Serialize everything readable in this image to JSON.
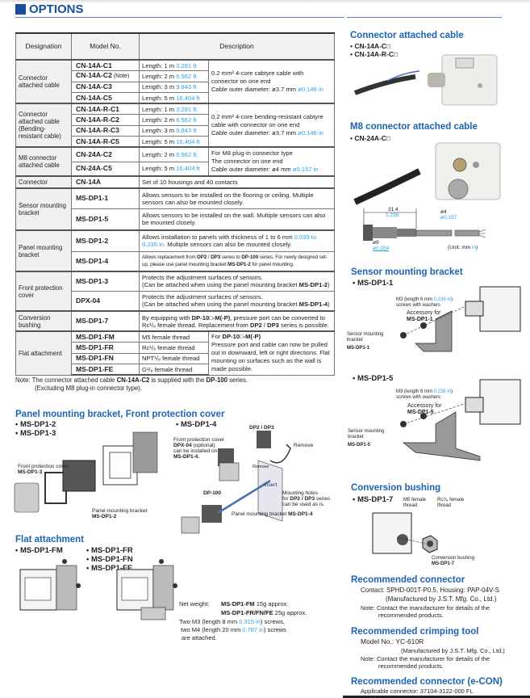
{
  "header": {
    "title": "OPTIONS"
  },
  "table": {
    "headers": [
      "Designation",
      "Model No.",
      "Description"
    ],
    "groups": [
      {
        "designation": "Connector attached cable",
        "rows": [
          {
            "model": "CN-14A-C1",
            "spec": [
              {
                "t": "Length: 1 m "
              },
              {
                "t": "3.281 ft",
                "s": "blue"
              }
            ]
          },
          {
            "model": "CN-14A-C2",
            "model_note": " (Note)",
            "spec": [
              {
                "t": "Length: 2 m "
              },
              {
                "t": "6.562 ft",
                "s": "blue"
              }
            ]
          },
          {
            "model": "CN-14A-C3",
            "spec": [
              {
                "t": "Length: 3 m "
              },
              {
                "t": "9.843 ft",
                "s": "blue"
              }
            ]
          },
          {
            "model": "CN-14A-C5",
            "spec": [
              {
                "t": "Length: 5 m "
              },
              {
                "t": "16.404 ft",
                "s": "blue"
              }
            ]
          }
        ],
        "shared_desc": [
          {
            "t": "0.2 mm² 4-core cabtyre cable with connector on one end"
          },
          {
            "t": "br"
          },
          {
            "t": "Cable outer diameter: ø3.7 mm "
          },
          {
            "t": "ø0.146 in",
            "s": "blue"
          }
        ]
      },
      {
        "designation": "Connector attached cable (Bending-resistant cable)",
        "rows": [
          {
            "model": "CN-14A-R-C1",
            "spec": [
              {
                "t": "Length: 1 m "
              },
              {
                "t": "3.281 ft",
                "s": "blue"
              }
            ]
          },
          {
            "model": "CN-14A-R-C2",
            "spec": [
              {
                "t": "Length: 2 m "
              },
              {
                "t": "6.562 ft",
                "s": "blue"
              }
            ]
          },
          {
            "model": "CN-14A-R-C3",
            "spec": [
              {
                "t": "Length: 3 m "
              },
              {
                "t": "9.843 ft",
                "s": "blue"
              }
            ]
          },
          {
            "model": "CN-14A-R-C5",
            "spec": [
              {
                "t": "Length: 5 m "
              },
              {
                "t": "16.404 ft",
                "s": "blue"
              }
            ]
          }
        ],
        "shared_desc": [
          {
            "t": "0.2 mm² 4-core bending-resistant cabtyre cable with connector on one end"
          },
          {
            "t": "br"
          },
          {
            "t": "Cable outer diameter: ø3.7 mm "
          },
          {
            "t": "ø0.146 in",
            "s": "blue"
          }
        ]
      },
      {
        "designation": "M8 connector attached cable",
        "rows": [
          {
            "model": "CN-24A-C2",
            "spec": [
              {
                "t": "Length: 2 m "
              },
              {
                "t": "6.562 ft",
                "s": "blue"
              }
            ]
          },
          {
            "model": "CN-24A-C5",
            "spec": [
              {
                "t": "Length: 5 m "
              },
              {
                "t": "16.404 ft",
                "s": "blue"
              }
            ]
          }
        ],
        "shared_desc": [
          {
            "t": "For M8 plug-in connector type"
          },
          {
            "t": "br"
          },
          {
            "t": "The connector on one end"
          },
          {
            "t": "br"
          },
          {
            "t": "Cable outer diameter: ø4 mm "
          },
          {
            "t": "ø0.157 in",
            "s": "blue"
          }
        ]
      },
      {
        "designation": "Connector",
        "rows": [
          {
            "model": "CN-14A",
            "desc": [
              {
                "t": "Set of 10 housings and 40 contacts"
              }
            ]
          }
        ]
      },
      {
        "designation": "Sensor mounting bracket",
        "rows": [
          {
            "model": "MS-DP1-1",
            "desc": [
              {
                "t": "Allows sensors to be installed on the flooring or ceiling. Multiple sensors can also be mounted closely."
              }
            ]
          },
          {
            "model": "MS-DP1-5",
            "desc": [
              {
                "t": "Allows sensors to be installed on the wall.  Multiple sensors can also be mounted closely."
              }
            ]
          }
        ]
      },
      {
        "designation": "Panel mounting bracket",
        "rows": [
          {
            "model": "MS-DP1-2",
            "desc": [
              {
                "t": "Allows installation to panels with thickness of 1 to 6 mm "
              },
              {
                "t": "0.039 to 0.236 in",
                "s": "blue"
              },
              {
                "t": ". Multiple sensors can also be mounted closely."
              }
            ]
          },
          {
            "model": "MS-DP1-4",
            "small": true,
            "desc": [
              {
                "t": "Allows replacement from "
              },
              {
                "t": "DP2",
                "s": "b"
              },
              {
                "t": " / "
              },
              {
                "t": "DP3",
                "s": "b"
              },
              {
                "t": " series to "
              },
              {
                "t": "DP-100",
                "s": "b"
              },
              {
                "t": " series.  For newly designed set-up, please use panel mounting bracket "
              },
              {
                "t": "MS-DP1-2",
                "s": "b"
              },
              {
                "t": " for panel mounting."
              }
            ]
          }
        ]
      },
      {
        "designation": "Front protection cover",
        "rows": [
          {
            "model": "MS-DP1-3",
            "desc": [
              {
                "t": "Protects the adjustment surfaces of sensors."
              },
              {
                "t": "br"
              },
              {
                "t": "(Can be attached when using the panel mounting bracket "
              },
              {
                "t": "MS-DP1-2",
                "s": "b"
              },
              {
                "t": ")"
              }
            ]
          },
          {
            "model": "DPX-04",
            "desc": [
              {
                "t": "Protects the adjustment surfaces of sensors."
              },
              {
                "t": "br"
              },
              {
                "t": "(Can be attached when using the panel mounting bracket "
              },
              {
                "t": "MS-DP1-4",
                "s": "b"
              },
              {
                "t": ")"
              }
            ]
          }
        ]
      },
      {
        "designation": "Conversion bushing",
        "rows": [
          {
            "model": "MS-DP1-7",
            "desc": [
              {
                "t": "By equipping with "
              },
              {
                "t": "DP-10□-M(-P)",
                "s": "b"
              },
              {
                "t": ", pressure port can be converted to Rc¹/₈ female thread.  Replacement from "
              },
              {
                "t": "DP2",
                "s": "b"
              },
              {
                "t": " / "
              },
              {
                "t": "DP3",
                "s": "b"
              },
              {
                "t": " series is possible."
              }
            ]
          }
        ]
      },
      {
        "designation": "Flat attachment",
        "rows": [
          {
            "model": "MS-DP1-FM",
            "spec": [
              {
                "t": "M5 female thread"
              }
            ]
          },
          {
            "model": "MS-DP1-FR",
            "spec": [
              {
                "t": "Rc¹/₈ female thread"
              }
            ]
          },
          {
            "model": "MS-DP1-FN",
            "spec": [
              {
                "t": "NPT¹/₈ female thread"
              }
            ]
          },
          {
            "model": "MS-DP1-FE",
            "spec": [
              {
                "t": "G¹/₈ female thread"
              }
            ]
          }
        ],
        "shared_desc": [
          {
            "t": "For "
          },
          {
            "t": "DP-10□-M(-P)",
            "s": "b"
          },
          {
            "t": "br"
          },
          {
            "t": "Pressure port and cable can now be pulled out in downward, left or right directions.  Flat mounting on surfaces such as the wall is made possible."
          }
        ]
      }
    ],
    "note_line1_pre": "Note: The connector attached cable ",
    "note_line1_b1": "CN-14A-C2",
    "note_line1_mid": " is supplied with the ",
    "note_line1_b2": "DP-100",
    "note_line1_post": " series.",
    "note_line2": "(Excluding M8 plug-in connector type)."
  },
  "right": {
    "cable": {
      "title": "Connector attached cable",
      "items": [
        "• CN-14A-C□",
        "• CN-14A-R-C□"
      ]
    },
    "m8": {
      "title": "M8 connector attached cable",
      "items": [
        "• CN-24A-C□"
      ],
      "dim_len": "31.4",
      "dim_len_in": "1.236",
      "dim_d": "ø4",
      "dim_d_in": "ø0.157",
      "dim_d9": "ø9",
      "dim_d9_in": "ø0.354",
      "unit_pre": "(Unit: mm ",
      "unit_in": "in",
      "unit_post": ")"
    },
    "sensor": {
      "title": "Sensor mounting bracket",
      "b1": {
        "item": "• MS-DP1-1",
        "screw_pre": "M3 (length 6 mm ",
        "screw_in": "0.236 in",
        "screw_post": ")",
        "screw2": "screws with washers",
        "acc": "Accessory for",
        "acc_model": "MS-DP1-1",
        "label": "Sensor mounting bracket",
        "label_model": "MS-DP1-1"
      },
      "b5": {
        "item": "• MS-DP1-5",
        "screw_pre": "M3 (length 6 mm ",
        "screw_in": "0.236 in",
        "screw_post": ")",
        "screw2": "screws with washers",
        "acc": "Accessory for",
        "acc_model": "MS-DP1-5",
        "label": "Sensor mounting bracket",
        "label_model": "MS-DP1-5"
      }
    },
    "bushing": {
      "title": "Conversion bushing",
      "item": "• MS-DP1-7",
      "m5": "M5 female thread",
      "rc": "Rc¹/₈ female thread",
      "label": "Conversion bushing",
      "label_model": "MS-DP1-7"
    },
    "rec_conn": {
      "title": "Recommended connector",
      "line1": "Contact: SPHD-001T-P0.5, Housing: PAP-04V-S",
      "line2": "(Manufactured by J.S.T. Mfg. Co., Ltd.)",
      "note1": "Note: Contact the manufacturer for details of the",
      "note2": "recommended products."
    },
    "rec_tool": {
      "title": "Recommended crimping tool",
      "line1": "Model No.: YC-610R",
      "line2": "(Manufactured by J.S.T. Mfg. Co., Ltd.)",
      "note1": "Note: Contact the manufacturer for details of the",
      "note2": "recommended products."
    },
    "econ": {
      "title": "Recommended connector (e-CON)",
      "line1": "Applicable connector: 37104-3122-000 FL"
    }
  },
  "panel": {
    "title": "Panel mounting bracket, Front protection cover",
    "items": [
      "• MS-DP1-2",
      "• MS-DP1-3"
    ],
    "item4": "• MS-DP1-4",
    "fpc": "Front protection cover",
    "fpc_model": "MS-DP1-3",
    "pmb": "Panel mounting bracket",
    "pmb_model": "MS-DP1-2",
    "dpx1": "Front protection cover",
    "dpx2_b": "DPX-04",
    "dpx2": " (optional)",
    "dpx3": "can be installed on",
    "dpx4": "MS-DP1-4.",
    "dp23": "DP2 / DP3",
    "remove": "Remove",
    "remove2": "Remove",
    "insert": "Insert",
    "dp100": "DP-100",
    "holes1": "Mounting holes",
    "holes2_pre": "for ",
    "holes2_b": "DP2 / DP3",
    "holes2_post": " series",
    "holes3": "can be used as is.",
    "pmb4": "Panel mounting bracket ",
    "pmb4_model": "MS-DP1-4"
  },
  "flat": {
    "title": "Flat attachment",
    "item_fm": "• MS-DP1-FM",
    "items": [
      "• MS-DP1-FR",
      "• MS-DP1-FN",
      "• MS-DP1-FE"
    ],
    "nw": "Net weight:",
    "nw1_b": "MS-DP1-FM",
    "nw1": " 15g approx.",
    "nw2_b": "MS-DP1-FR/FN/FE",
    "nw2": " 25g approx.",
    "s1_pre": "Two M3 (length 8 mm ",
    "s1_in": "0.315 in",
    "s1_post": ") screws,",
    "s2_pre": "two M4 (length 20 mm ",
    "s2_in": "0.787 in",
    "s2_post": ") screws",
    "s3": "are attached."
  }
}
